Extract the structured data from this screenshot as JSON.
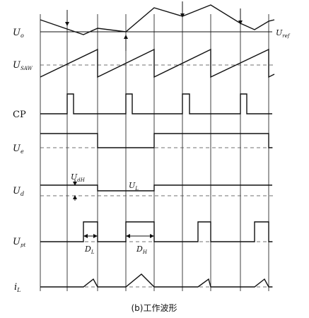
{
  "labels": {
    "uo": {
      "main": "U",
      "sub": "o"
    },
    "uref": {
      "main": "U",
      "sub": "ref"
    },
    "usaw": {
      "main": "U",
      "sub": "SAW"
    },
    "cp": "CP",
    "ue": {
      "main": "U",
      "sub": "e"
    },
    "ud": {
      "main": "U",
      "sub": "d"
    },
    "udh": {
      "main": "U",
      "sub": "dH"
    },
    "ul": {
      "main": "U",
      "sub": "L"
    },
    "upt": {
      "main": "U",
      "sub": "pt"
    },
    "dl": {
      "main": "D",
      "sub": "L"
    },
    "dh": {
      "main": "D",
      "sub": "H"
    },
    "il": {
      "main": "i",
      "sub": "L"
    }
  },
  "caption": "(b)工作波形"
}
